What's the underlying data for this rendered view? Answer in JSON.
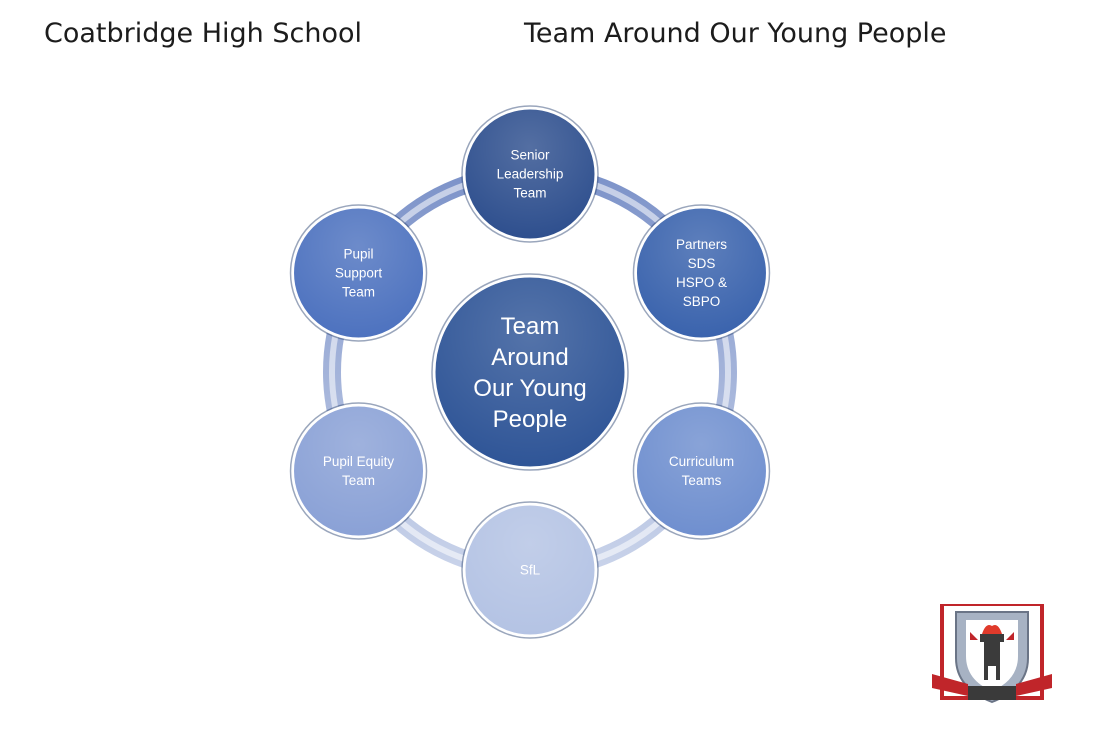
{
  "header": {
    "school_name": "Coatbridge High School",
    "page_title": "Team Around Our Young People"
  },
  "diagram": {
    "center": {
      "lines": [
        "Team",
        "Around",
        "Our Young",
        "People"
      ],
      "color": "#2f5597"
    },
    "ring_color": "#a9b9dc",
    "nodes": [
      {
        "id": "senior-leadership-team",
        "lines": [
          "Senior",
          "Leadership",
          "Team"
        ],
        "color": "#2e4f8e"
      },
      {
        "id": "partners",
        "lines": [
          "Partners",
          "SDS",
          "HSPO &",
          "SBPO"
        ],
        "color": "#3a63ad"
      },
      {
        "id": "curriculum-teams",
        "lines": [
          "Curriculum",
          "Teams"
        ],
        "color": "#6f8fcf"
      },
      {
        "id": "sfl",
        "lines": [
          "SfL"
        ],
        "color": "#b4c3e4"
      },
      {
        "id": "pupil-equity-team",
        "lines": [
          "Pupil Equity",
          "Team"
        ],
        "color": "#8aa1d6"
      },
      {
        "id": "pupil-support-team",
        "lines": [
          "Pupil",
          "Support",
          "Team"
        ],
        "color": "#4d72bf"
      }
    ]
  },
  "crest": {
    "icon": "school-crest-icon",
    "colors": {
      "border": "#c0252a",
      "shield": "#a7b2c3",
      "tower": "#3b3b3b",
      "ribbon": "#c0252a"
    }
  }
}
